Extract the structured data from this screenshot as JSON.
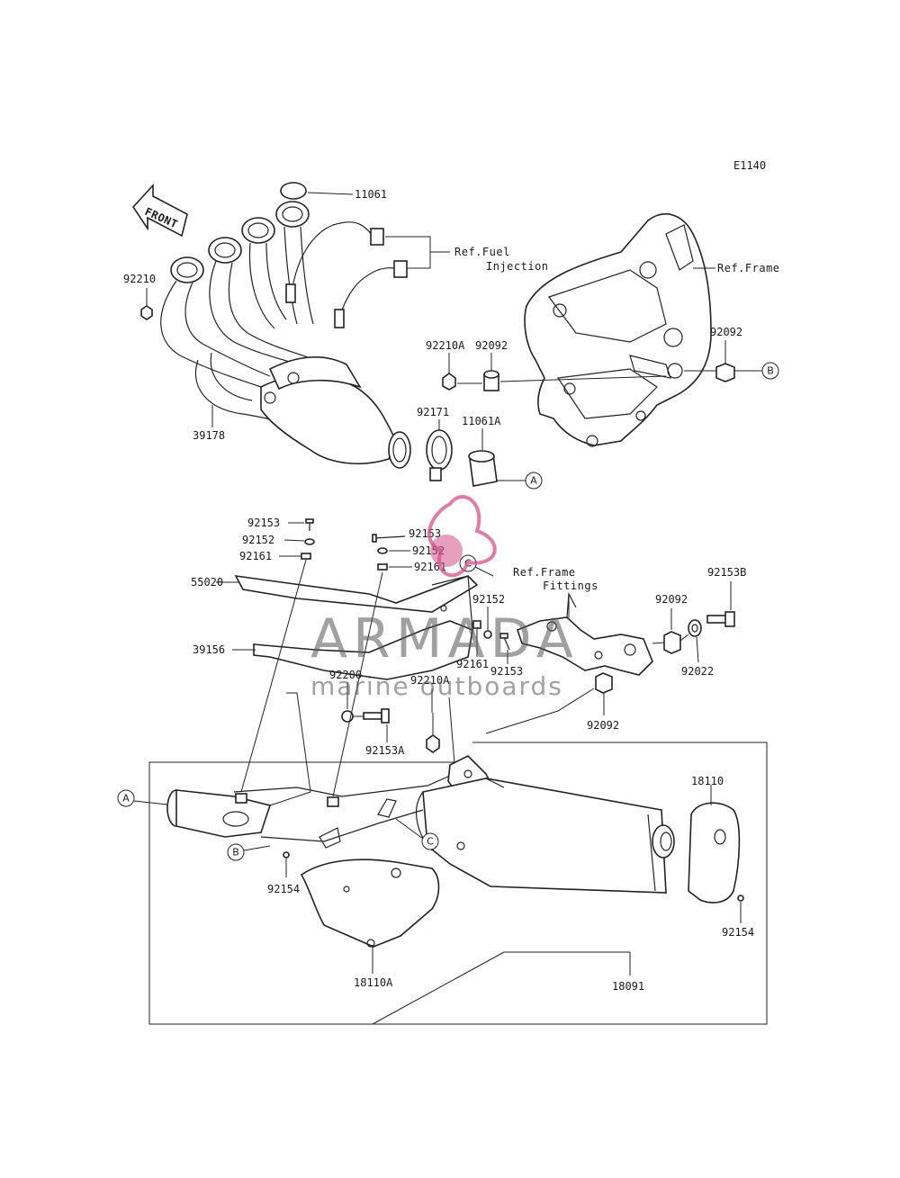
{
  "diagram_code": "E1140",
  "front_label": "FRONT",
  "watermark": {
    "title": "ARMADA",
    "subtitle": "marine outboards",
    "accent_color": "#d4508a"
  },
  "refs": {
    "fuel_injection_1": "Ref.Fuel",
    "fuel_injection_2": "Injection",
    "frame": "Ref.Frame",
    "frame_fittings_1": "Ref.Frame",
    "frame_fittings_2": "Fittings"
  },
  "callouts": {
    "a": "A",
    "b": "B",
    "c": "C"
  },
  "parts": {
    "p11061": "11061",
    "p92210": "92210",
    "p39178": "39178",
    "p92210A_top": "92210A",
    "p92092_top": "92092",
    "p92092_right": "92092",
    "p92171": "92171",
    "p11061A": "11061A",
    "p92153_l": "92153",
    "p92152_l": "92152",
    "p92161_l": "92161",
    "p55020": "55020",
    "p39156": "39156",
    "p92153_m": "92153",
    "p92152_m": "92152",
    "p92161_m": "92161",
    "p92152_c": "92152",
    "p92161_c": "92161",
    "p92153_c": "92153",
    "p92153B": "92153B",
    "p92092_mid": "92092",
    "p92022": "92022",
    "p92092_low": "92092",
    "p92200": "92200",
    "p92210A_mid": "92210A",
    "p92153A": "92153A",
    "p18110": "18110",
    "p92154_l": "92154",
    "p92154_r": "92154",
    "p18110A": "18110A",
    "p18091": "18091"
  }
}
